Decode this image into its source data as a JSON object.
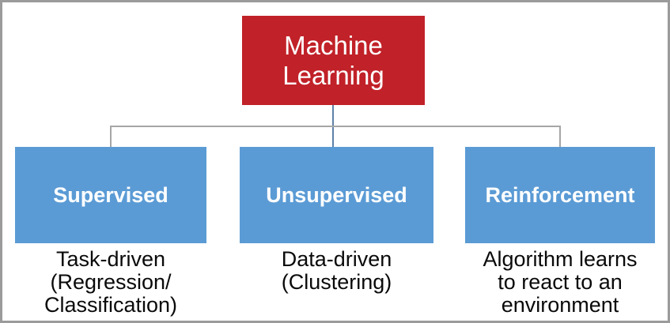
{
  "diagram": {
    "title_node": {
      "label": "Machine Learning"
    },
    "branches": [
      {
        "label": "Supervised",
        "description": "Task-driven\n(Regression/\nClassification)"
      },
      {
        "label": "Unsupervised",
        "description": "Data-driven\n(Clustering)"
      },
      {
        "label": "Reinforcement",
        "description": "Algorithm learns\nto react to an\nenvironment"
      }
    ],
    "colors": {
      "root_fill": "#c12128",
      "branch_fill": "#5b9bd5",
      "node_text": "#ffffff",
      "description_text": "#0a0a0a",
      "connector_gray": "#a6a6a6",
      "connector_blue": "#5e81a8",
      "frame_border": "#9b9b9b"
    }
  }
}
